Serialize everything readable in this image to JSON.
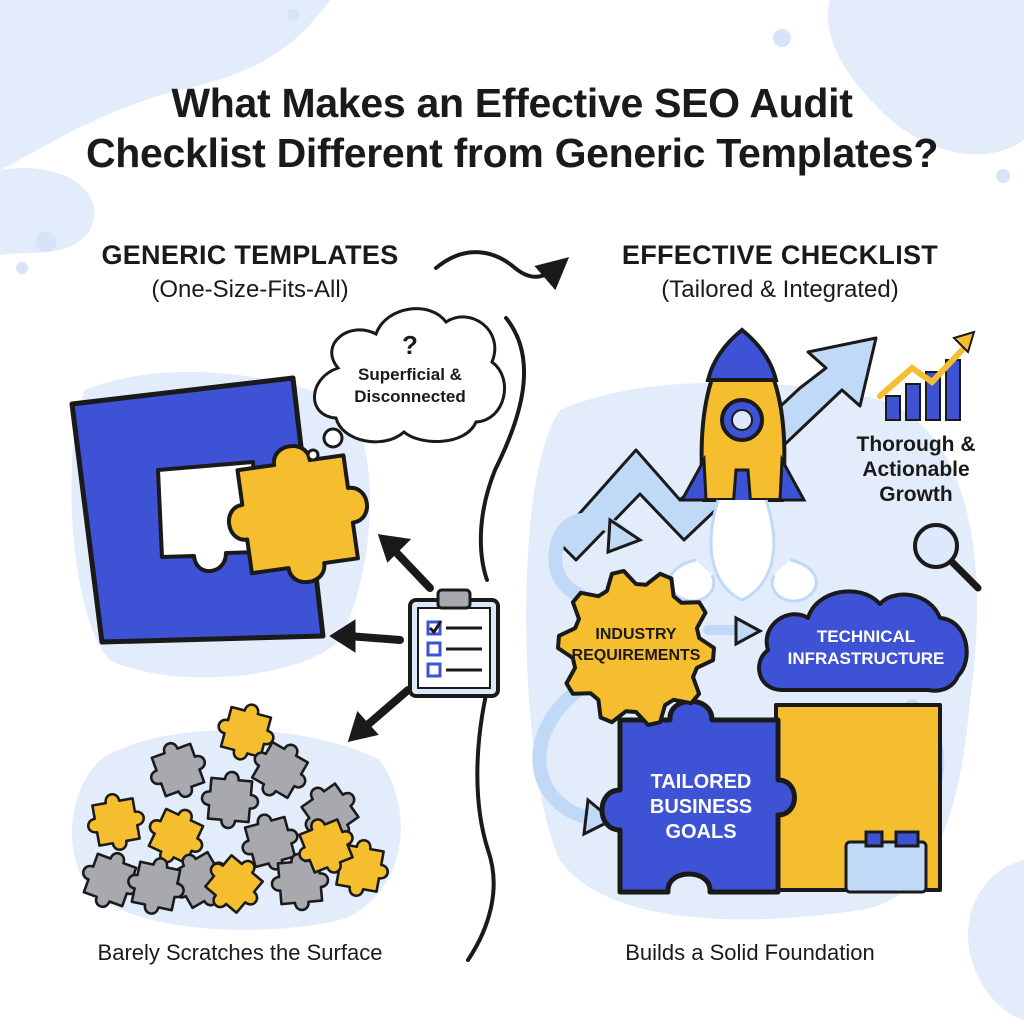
{
  "title": {
    "line1": "What Makes an Effective SEO Audit",
    "line2": "Checklist Different from Generic Templates?"
  },
  "left": {
    "heading": "GENERIC TEMPLATES",
    "subheading": "(One-Size-Fits-All)",
    "thought_bubble": {
      "symbol": "?",
      "line1": "Superficial &",
      "line2": "Disconnected"
    },
    "caption": "Barely Scratches the Surface"
  },
  "right": {
    "heading": "EFFECTIVE CHECKLIST",
    "subheading": "(Tailored & Integrated)",
    "growth": {
      "line1": "Thorough &",
      "line2": "Actionable",
      "line3": "Growth"
    },
    "gear": {
      "line1": "INDUSTRY",
      "line2": "REQUIREMENTS"
    },
    "cloud": {
      "line1": "TECHNICAL",
      "line2": "INFRASTRUCTURE"
    },
    "puzzle": {
      "line1": "TAILORED",
      "line2": "BUSINESS",
      "line3": "GOALS"
    },
    "caption": "Builds a Solid Foundation"
  },
  "icons": [
    "blue-frame-puzzle-icon",
    "thought-bubble-icon",
    "clipboard-checklist-icon",
    "scattered-puzzle-pieces-icon",
    "rocket-icon",
    "trend-arrow-icon",
    "bar-chart-growth-icon",
    "magnifying-glass-icon",
    "gear-icon",
    "cloud-icon",
    "puzzle-piece-icon",
    "cycle-arrow-icon",
    "toolbox-icon"
  ],
  "colors": {
    "primary_blue": "#3D52D5",
    "accent_yellow": "#F5BE2E",
    "piece_gray": "#A7A9AE",
    "light_blue_bg": "#DCE8FB",
    "outline": "#1A1A1A"
  }
}
